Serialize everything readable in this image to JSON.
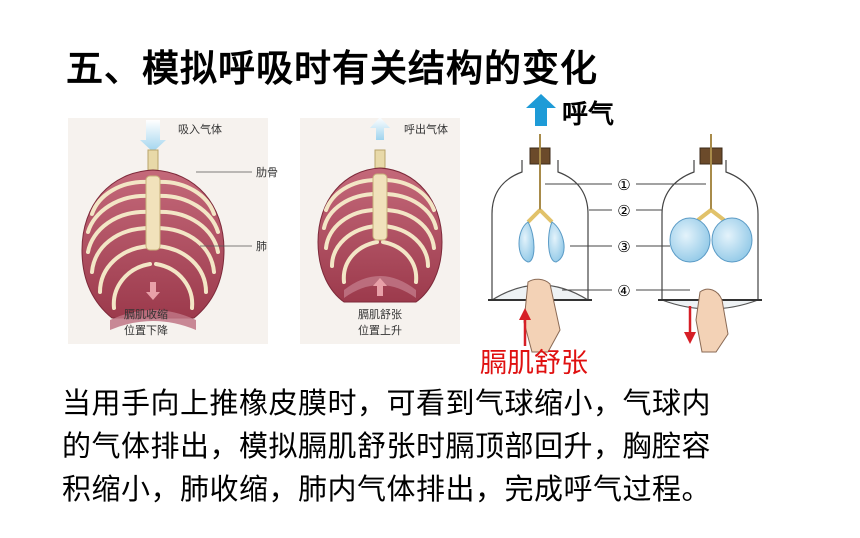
{
  "title": "五、模拟呼吸时有关结构的变化",
  "left_figure": {
    "inhale_top": "吸入气体",
    "rib_label": "肋骨",
    "lung_label": "肺",
    "diaphragm_line1": "膈肌收缩",
    "diaphragm_line2": "位置下降"
  },
  "middle_figure": {
    "exhale_top": "呼出气体",
    "diaphragm_line1": "膈肌舒张",
    "diaphragm_line2": "位置上升"
  },
  "model_figure": {
    "exhale_label": "呼气",
    "callouts": [
      "①",
      "②",
      "③",
      "④"
    ],
    "caption": "膈肌舒张",
    "colors": {
      "arrow_blue": "#1e9bd7",
      "arrow_red": "#d61f26",
      "caption_red": "#e01010"
    }
  },
  "body_lines": [
    "当用手向上推橡皮膜时，可看到气球缩小，气球内",
    "的气体排出，模拟膈肌舒张时膈顶部回升，胸腔容",
    "积缩小，肺收缩，肺内气体排出，完成呼气过程。"
  ]
}
